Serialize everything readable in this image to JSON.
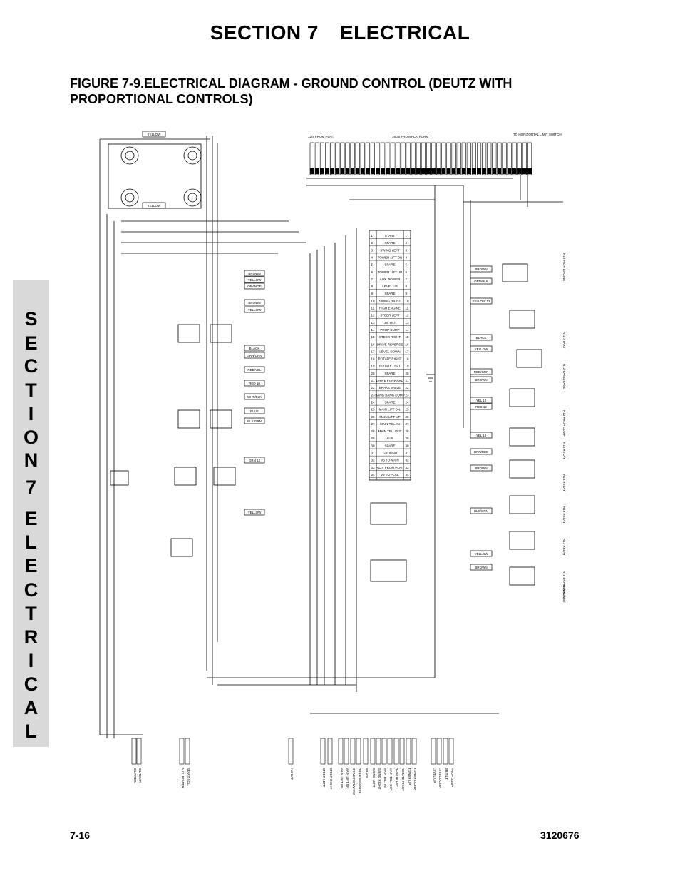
{
  "header": {
    "section": "SECTION 7",
    "title": "ELECTRICAL"
  },
  "figure": {
    "caption_line1": "FIGURE 7-9.ELECTRICAL DIAGRAM - GROUND CONTROL (DEUTZ WITH",
    "caption_line2": "PROPORTIONAL CONTROLS)"
  },
  "side_tab": {
    "letters": [
      "S",
      "E",
      "C",
      "T",
      "I",
      "O",
      "N",
      "7",
      "E",
      "L",
      "E",
      "C",
      "T",
      "R",
      "I",
      "C",
      "A",
      "L"
    ]
  },
  "footer": {
    "page_number": "7-16",
    "document_number": "3120676"
  },
  "diagram": {
    "top_labels": {
      "from_plat": "12/4 FROM PLAT.",
      "from_platform": "16/30 FROM PLATFORM",
      "to_switch": "TO HORIZONTAL LIMIT SWITCH"
    },
    "terminal_strip": [
      "START",
      "SPARE",
      "SWING LEFT",
      "TOWER LIFT DN",
      "SPARE",
      "TOWER LIFT UP",
      "AUX. POWER",
      "LEVEL UP",
      "SPARE",
      "SWING RIGHT",
      "HIGH ENGINE",
      "STEER LEFT",
      "JIB TILT",
      "PROP DUMP",
      "STEER RIGHT",
      "DRIVE REVERSE",
      "LEVEL DOWN",
      "ROTATE RIGHT",
      "ROTATE LEFT",
      "SPARE",
      "DRIVE FORWARD",
      "BRAKE VALVE",
      "BANG BANG DUMP",
      "SPARE",
      "MAIN LIFT DN.",
      "MAIN LIFT UP",
      "MAIN TEL. IN",
      "MAIN TEL. OUT",
      "AUX",
      "SPARE",
      "GROUND",
      "V5 TO MAIN",
      "+12V FROM PLAT.",
      "V5 TO PLAT."
    ],
    "left_wires": [
      "BROWN",
      "YELLOW",
      "ORANGE",
      "BROWN",
      "YELLOW",
      "BLACK",
      "GRN/ORN",
      "RED/YEL",
      "RED 10",
      "WHT/BLK",
      "BLUE",
      "BLK/GRN",
      "GRN 12",
      "YELLOW"
    ],
    "right_wires": [
      "BROWN",
      "ORN/BLK",
      "YELLOW 12",
      "BLACK",
      "YELLOW",
      "RED/GRN",
      "BROWN",
      "YEL 12",
      "RED 12",
      "YEL 12",
      "ORN/RED",
      "BROWN",
      "BLK/ORN",
      "YELLOW",
      "BROWN"
    ],
    "top_left_wires": [
      "YELLOW",
      "YELLOW"
    ],
    "bottom_labels": [
      "OIL PRES.",
      "OIL TEMP.",
      "AUX. POWER",
      "START SOL.",
      "+12 BAT.",
      "STEER LEFT",
      "STEER RIGHT",
      "MAIN LIFT UP",
      "MAIN LIFT DN",
      "DRIVE FORWARD",
      "DRIVE REVERSE",
      "BRAKE",
      "SWING LEFT",
      "SWING RIGHT",
      "MAIN TEL. IN",
      "MAIN TEL. OUT",
      "ROTATE LEFT",
      "ROTATE RIGHT",
      "TOWER UP",
      "TOWER DOWN",
      "LEVEL UP",
      "LEVEL DOWN",
      "JIB TILT",
      "PROP DUMP"
    ],
    "relay_labels": [
      "R10 HIGH ENGINE",
      "R11 START",
      "R12 BANG BANG",
      "R13 PROP DUMP",
      "R14 RELAY",
      "R15 RELAY",
      "R16 RELAY",
      "R17 RELAY",
      "R18 BRAKE VALVE",
      "R19 BOOST"
    ]
  }
}
